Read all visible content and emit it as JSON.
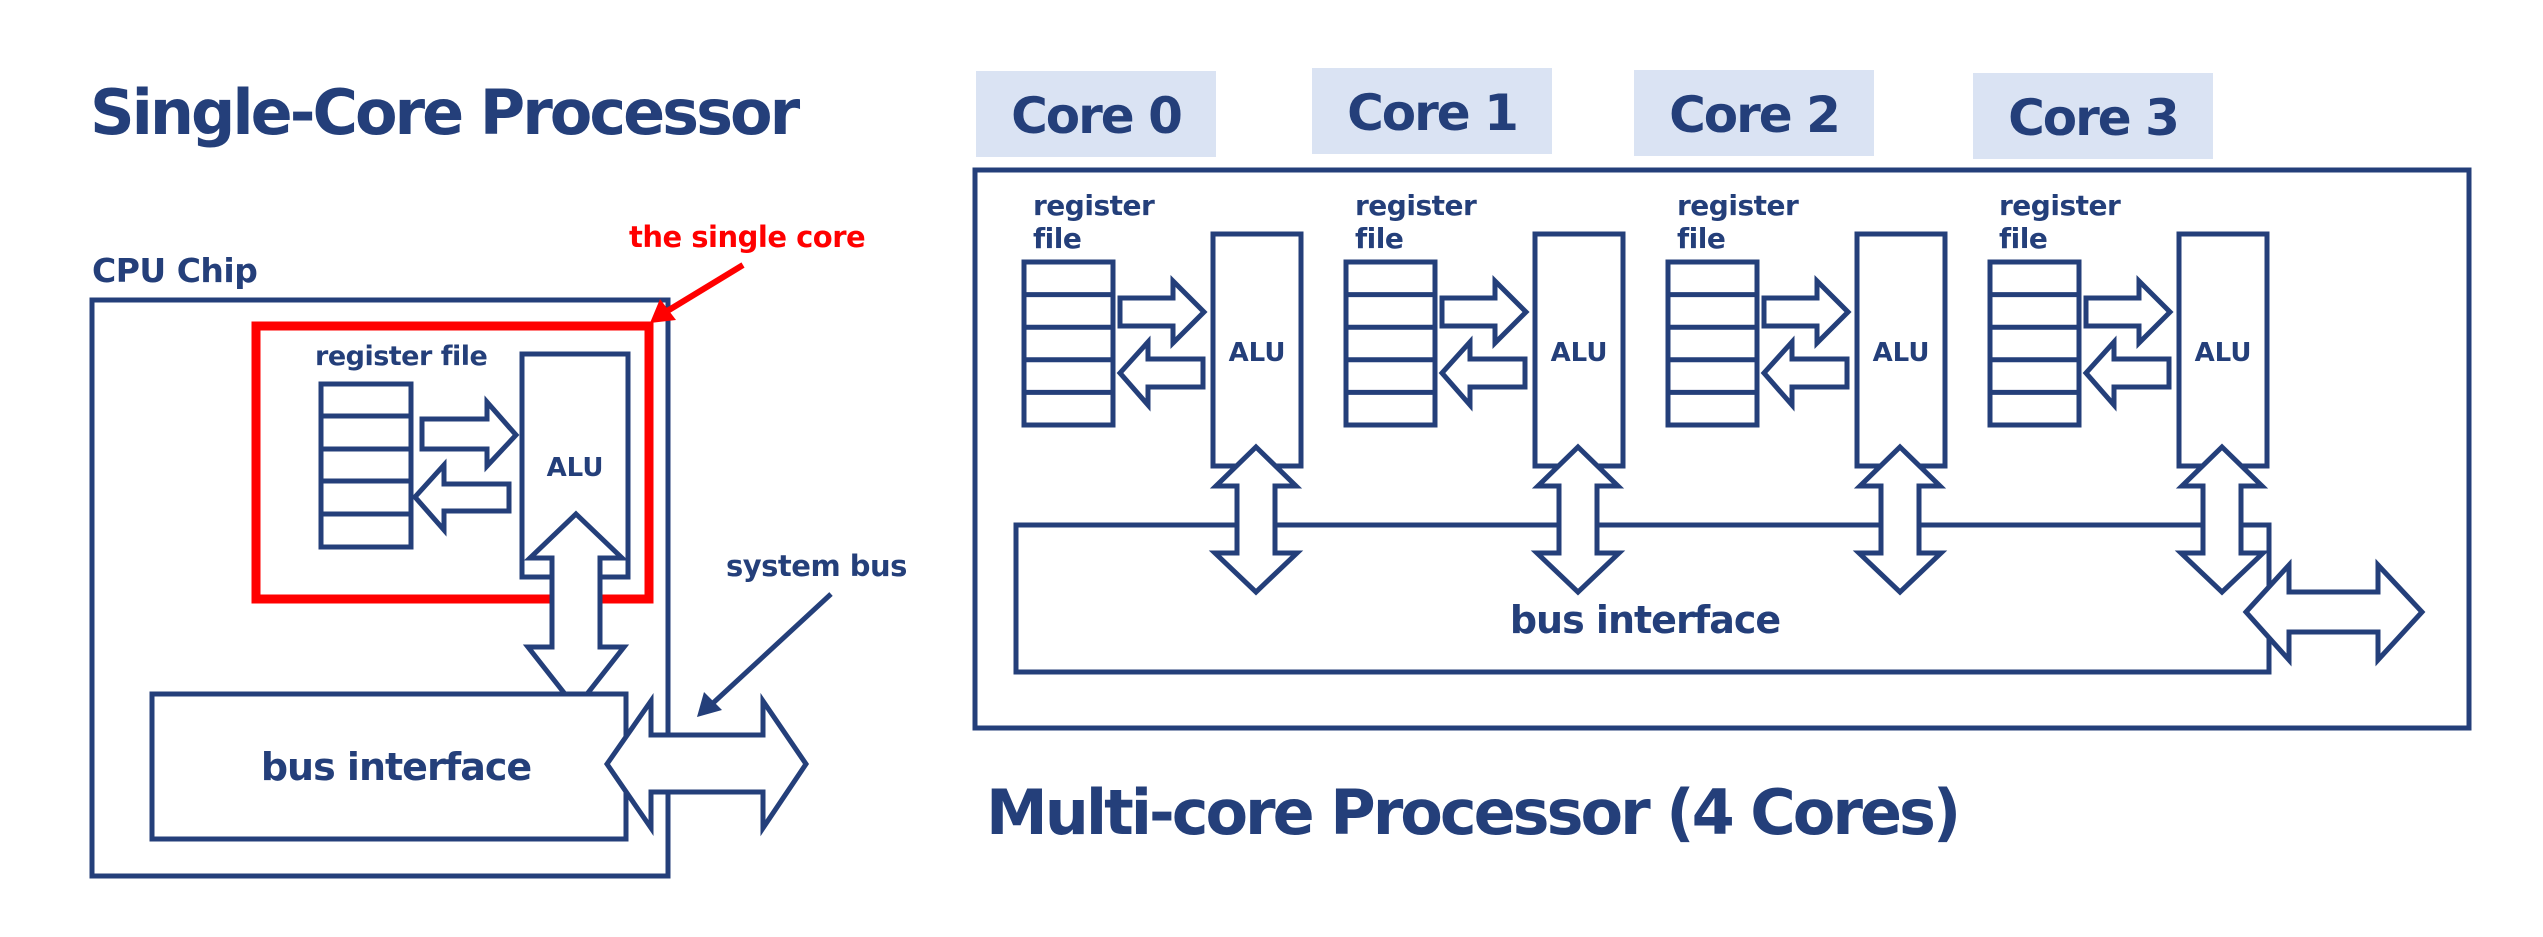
{
  "single_core": {
    "title": "Single-Core Processor",
    "chip_label": "CPU Chip",
    "callout": "the single core",
    "register_file_label": "register file",
    "alu_label": "ALU",
    "bus_interface_label": "bus interface",
    "system_bus_label": "system bus"
  },
  "multi_core": {
    "title": "Multi-core Processor (4 Cores)",
    "bus_interface_label": "bus interface",
    "cores": [
      {
        "label": "Core 0",
        "register_label_line1": "register",
        "register_label_line2": "file",
        "alu_label": "ALU"
      },
      {
        "label": "Core 1",
        "register_label_line1": "register",
        "register_label_line2": "file",
        "alu_label": "ALU"
      },
      {
        "label": "Core 2",
        "register_label_line1": "register",
        "register_label_line2": "file",
        "alu_label": "ALU"
      },
      {
        "label": "Core 3",
        "register_label_line1": "register",
        "register_label_line2": "file",
        "alu_label": "ALU"
      }
    ],
    "register_count_per_file": 5
  },
  "colors": {
    "primary": "#243F7A",
    "highlight": "#FF0000",
    "core_label_bg": "#DAE3F3"
  }
}
